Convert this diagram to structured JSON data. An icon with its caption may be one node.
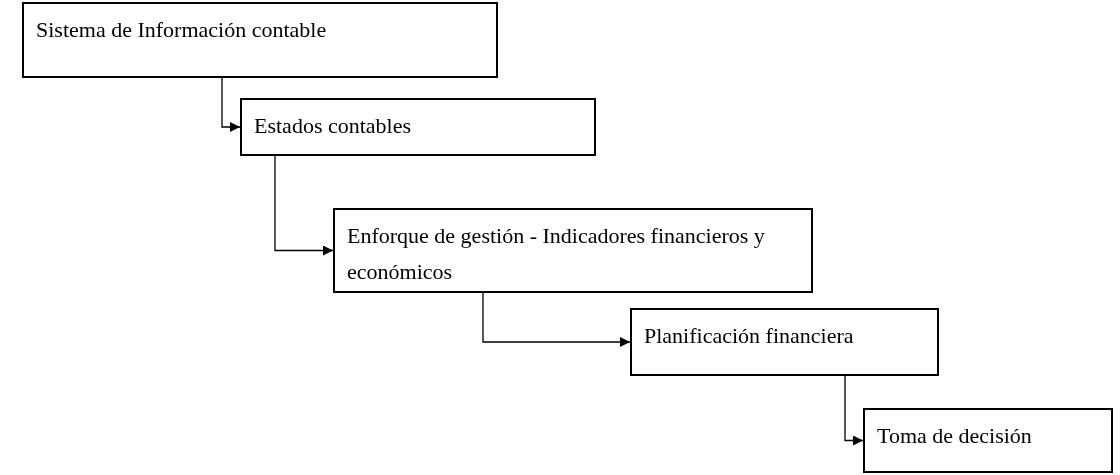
{
  "diagram": {
    "nodes": [
      {
        "text": [
          "Sistema de Información contable"
        ]
      },
      {
        "text": [
          "Estados contables"
        ]
      },
      {
        "text": [
          "Enforque de gestión - Indicadores financieros y económicos"
        ]
      },
      {
        "text": [
          "Planificación financiera"
        ]
      },
      {
        "text": [
          "Toma de decisión"
        ]
      }
    ],
    "edges": [
      {
        "from": 0,
        "to": 1,
        "arrow": "to"
      },
      {
        "from": 1,
        "to": 2,
        "arrow": "to"
      },
      {
        "from": 2,
        "to": 3,
        "arrow": "to"
      },
      {
        "from": 3,
        "to": 4,
        "arrow": "to"
      }
    ]
  }
}
